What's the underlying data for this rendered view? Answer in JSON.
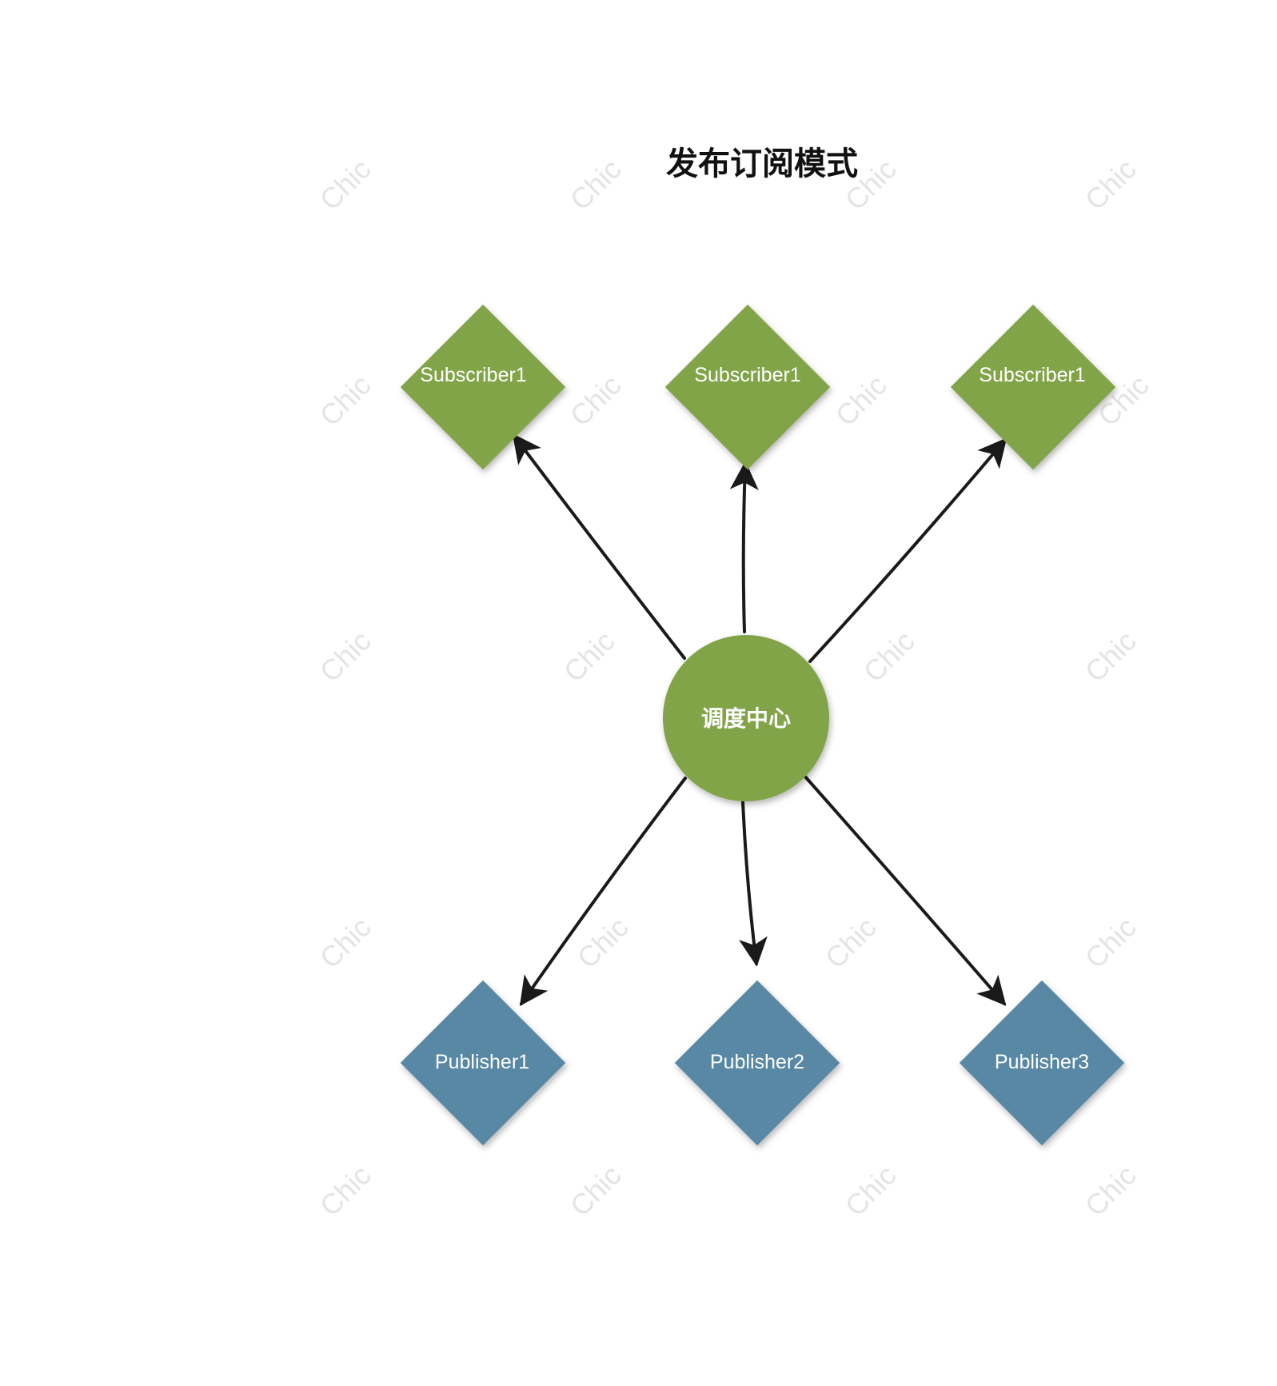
{
  "title": "发布订阅模式",
  "hub": {
    "label": "调度中心"
  },
  "subscribers": [
    {
      "label": "Subscriber1"
    },
    {
      "label": "Subscriber1"
    },
    {
      "label": "Subscriber1"
    }
  ],
  "publishers": [
    {
      "label": "Publisher1"
    },
    {
      "label": "Publisher2"
    },
    {
      "label": "Publisher3"
    }
  ],
  "watermark": "Chic",
  "colors": {
    "subscriber": "#86a94b",
    "publisher": "#5b8ca9",
    "hub": "#86a94b",
    "arrow": "#1a1a1a",
    "label": "#ffffff"
  }
}
